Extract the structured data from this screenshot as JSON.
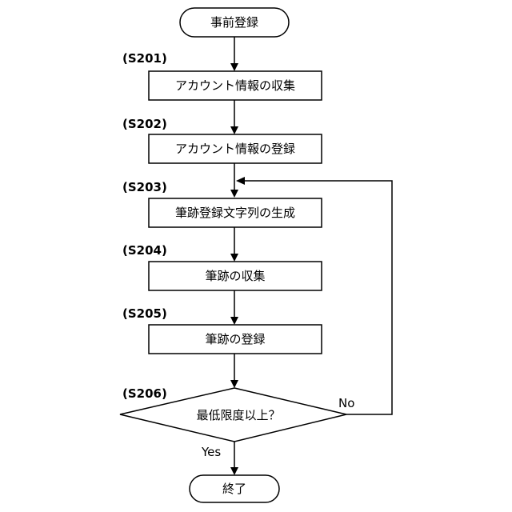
{
  "diagram": {
    "start": "事前登録",
    "steps": [
      {
        "id": "(S201)",
        "text": "アカウント情報の収集"
      },
      {
        "id": "(S202)",
        "text": "アカウント情報の登録"
      },
      {
        "id": "(S203)",
        "text": "筆跡登録文字列の生成"
      },
      {
        "id": "(S204)",
        "text": "筆跡の収集"
      },
      {
        "id": "(S205)",
        "text": "筆跡の登録"
      }
    ],
    "decision": {
      "id": "(S206)",
      "text": "最低限度以上？",
      "no_label": "No",
      "yes_label": "Yes"
    },
    "end": "終了"
  }
}
